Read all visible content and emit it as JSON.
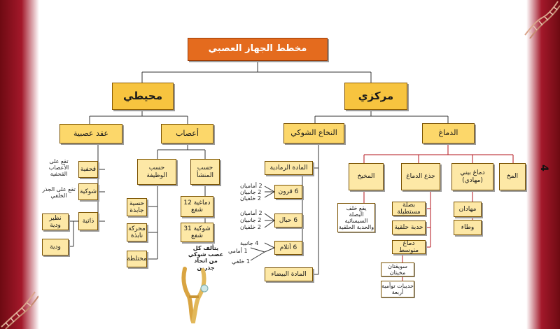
{
  "page_number": "4",
  "title": "مخطط الجهاز العصبي",
  "central": "مركزي",
  "peripheral": "محيطي",
  "brain": "الدماغ",
  "spinal_cord": "النخاع الشوكي",
  "nerves": "أعصاب",
  "ganglia": "عقد عصبية",
  "brain_parts": {
    "cerebrum": "المخ",
    "diencephalon": "دماغ بيني (مهادي)",
    "brainstem": "جذع الدماغ",
    "cerebellum": "المخيخ"
  },
  "diencephalon_items": [
    "مهادان",
    "وطاء"
  ],
  "brainstem_items": [
    "بصلة مستطيلة",
    "حدبة حلقية",
    "دماغ متوسط"
  ],
  "midbrain_items": [
    "سويقتان مخيتان",
    "حديبات توأمية أربعة"
  ],
  "cerebellum_note": "يقع خلف البصلة السيسائية والحدبة الحلقية",
  "spinal_items": {
    "grey": "المادة الرمادية",
    "horns": "6 قرون",
    "cords": "6 حبال",
    "commissures": "6 أثلام",
    "white": "المادة البيضاء"
  },
  "horns_counts": [
    "2 أماميان",
    "2 جانبيان",
    "2 خلفيان"
  ],
  "cords_counts": [
    "2 أماميان",
    "2 جانبيان",
    "2 خلفيان"
  ],
  "commissures_counts": [
    "4 جانبية",
    "1 أمامي",
    "1 خلفي"
  ],
  "nerves_branches": {
    "by_origin": "حسب المنشأ",
    "by_function": "حسب الوظيفة"
  },
  "origin_items": [
    "دماغية 12 شفع",
    "شوكية 31 شفع"
  ],
  "function_items": [
    "حسية جابذة",
    "محركة نابذة",
    "مختلطة"
  ],
  "spinal_nerve_note": "يتألف كل عصب شوكي من اتحاد جذرين",
  "ganglia_items": [
    "قحفية",
    "شوكية",
    "ذاتية"
  ],
  "ganglia_notes": [
    "تقع على الأعصاب القحفية",
    "تقع على الجذر الخلفي"
  ],
  "autonomic_items": [
    "نظير ودية",
    "ودية"
  ]
}
